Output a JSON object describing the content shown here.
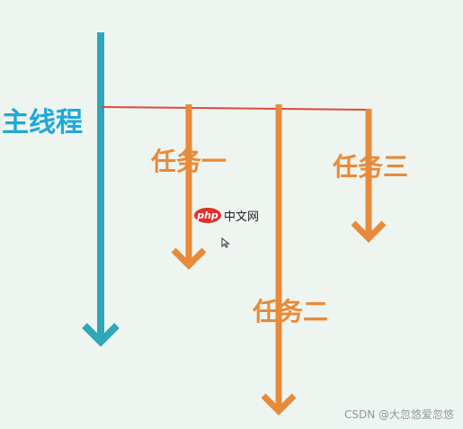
{
  "labels": {
    "main_thread": "主线程",
    "task1": "任务一",
    "task2": "任务二",
    "task3": "任务三"
  },
  "logo": {
    "badge": "php",
    "text": "中文网"
  },
  "watermark": "CSDN @大忽悠爱忽悠",
  "colors": {
    "main_thread": "#2ea8b8",
    "main_label": "#1ea9d8",
    "task": "#e88a3a",
    "connector": "#e04a3a",
    "background": "#eef5f0"
  },
  "icons": [
    "cursor-icon"
  ]
}
